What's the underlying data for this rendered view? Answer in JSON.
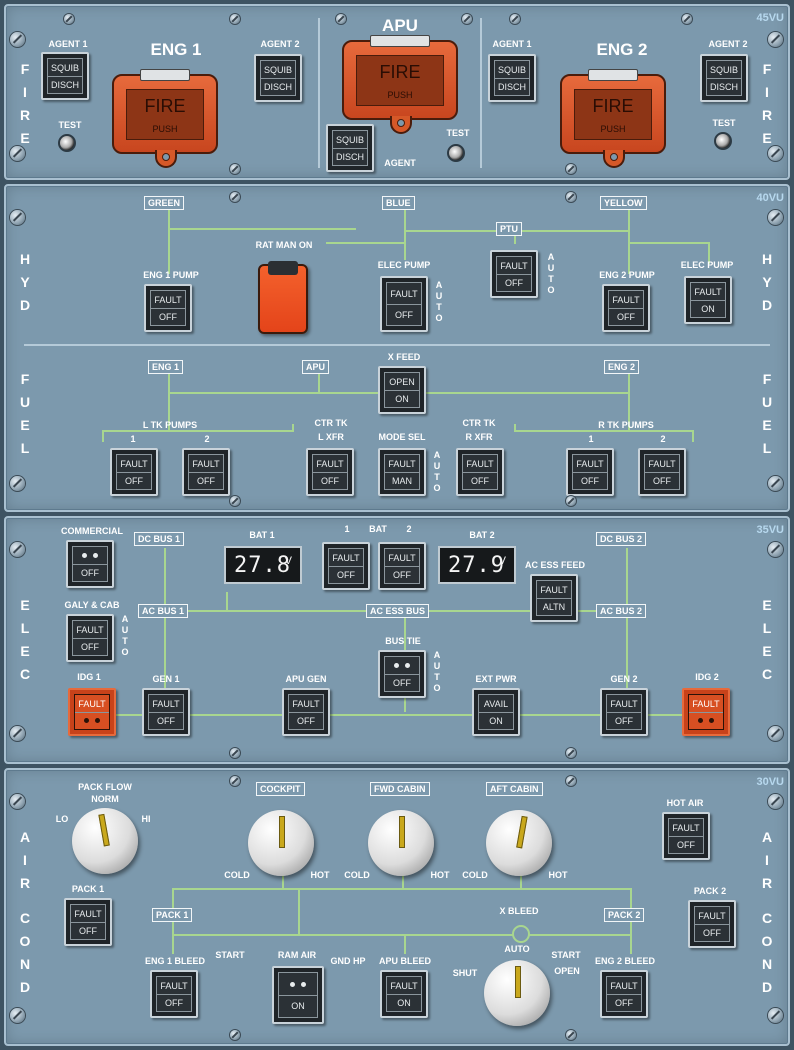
{
  "fire": {
    "volt": "45VU",
    "side_label": [
      "F",
      "I",
      "R",
      "E"
    ],
    "eng1": {
      "title": "ENG 1",
      "agent1": "AGENT 1",
      "agent2": "AGENT 2",
      "test": "TEST"
    },
    "apu": {
      "title": "APU",
      "agent": "AGENT",
      "test": "TEST"
    },
    "eng2": {
      "title": "ENG 2",
      "agent1": "AGENT 1",
      "agent2": "AGENT 2",
      "test": "TEST"
    },
    "squib": {
      "top": "SQUIB",
      "bot": "DISCH"
    },
    "handle": {
      "fire": "FIRE",
      "push": "PUSH"
    }
  },
  "hyd": {
    "volt": "40VU",
    "side_label": [
      "H",
      "Y",
      "D"
    ],
    "green": "GREEN",
    "blue": "BLUE",
    "yellow": "YELLOW",
    "rat": "RAT MAN ON",
    "ptu": "PTU",
    "eng1_pump": "ENG 1 PUMP",
    "elec_pump": "ELEC PUMP",
    "eng2_pump": "ENG 2 PUMP",
    "elec_pump2": "ELEC PUMP",
    "auto": [
      "A",
      "U",
      "T",
      "O"
    ],
    "fault": "FAULT",
    "off": "OFF",
    "on": "ON"
  },
  "fuel": {
    "side_label": [
      "F",
      "U",
      "E",
      "L"
    ],
    "eng1": "ENG 1",
    "apu": "APU",
    "xfeed": "X FEED",
    "eng2": "ENG 2",
    "open": "OPEN",
    "on": "ON",
    "l_tk_pumps": "L TK PUMPS",
    "r_tk_pumps": "R TK PUMPS",
    "ctr_tk": "CTR TK",
    "l_xfr": "L XFR",
    "r_xfr": "R XFR",
    "mode_sel": "MODE SEL",
    "man": "MAN",
    "n1": "1",
    "n2": "2",
    "fault": "FAULT",
    "off": "OFF"
  },
  "elec": {
    "volt": "35VU",
    "side_label": [
      "E",
      "L",
      "E",
      "C"
    ],
    "commercial": "COMMERCIAL",
    "dc_bus1": "DC BUS 1",
    "dc_bus2": "DC BUS 2",
    "bat1": "BAT 1",
    "bat2": "BAT 2",
    "bat": "BAT",
    "n1": "1",
    "n2": "2",
    "bat1_value": "27.8",
    "bat2_value": "27.9",
    "unit": "V",
    "ac_ess_feed": "AC ESS FEED",
    "altn": "ALTN",
    "galy": "GALY & CAB",
    "ac_bus1": "AC BUS 1",
    "ac_ess_bus": "AC ESS BUS",
    "ac_bus2": "AC BUS 2",
    "bus_tie": "BUS TIE",
    "idg1": "IDG 1",
    "gen1": "GEN 1",
    "apu_gen": "APU GEN",
    "ext_pwr": "EXT PWR",
    "avail": "AVAIL",
    "on": "ON",
    "gen2": "GEN 2",
    "idg2": "IDG 2",
    "fault": "FAULT",
    "off": "OFF"
  },
  "air": {
    "volt": "30VU",
    "side_label": [
      "A",
      "I",
      "R",
      "",
      "C",
      "O",
      "N",
      "D"
    ],
    "pack_flow": "PACK FLOW",
    "norm": "NORM",
    "lo": "LO",
    "hi": "HI",
    "cockpit": "COCKPIT",
    "fwd_cabin": "FWD CABIN",
    "aft_cabin": "AFT CABIN",
    "cold": "COLD",
    "hot": "HOT",
    "hot_air": "HOT AIR",
    "pack1": "PACK 1",
    "pack2": "PACK 2",
    "pack1_box": "PACK 1",
    "pack2_box": "PACK 2",
    "x_bleed": "X BLEED",
    "start": "START",
    "gnd_hp": "GND HP",
    "eng1_bleed": "ENG 1 BLEED",
    "ram_air": "RAM AIR",
    "apu_bleed": "APU BLEED",
    "eng2_bleed": "ENG 2 BLEED",
    "auto": "AUTO",
    "shut": "SHUT",
    "open": "OPEN",
    "fault": "FAULT",
    "off": "OFF",
    "on": "ON"
  }
}
